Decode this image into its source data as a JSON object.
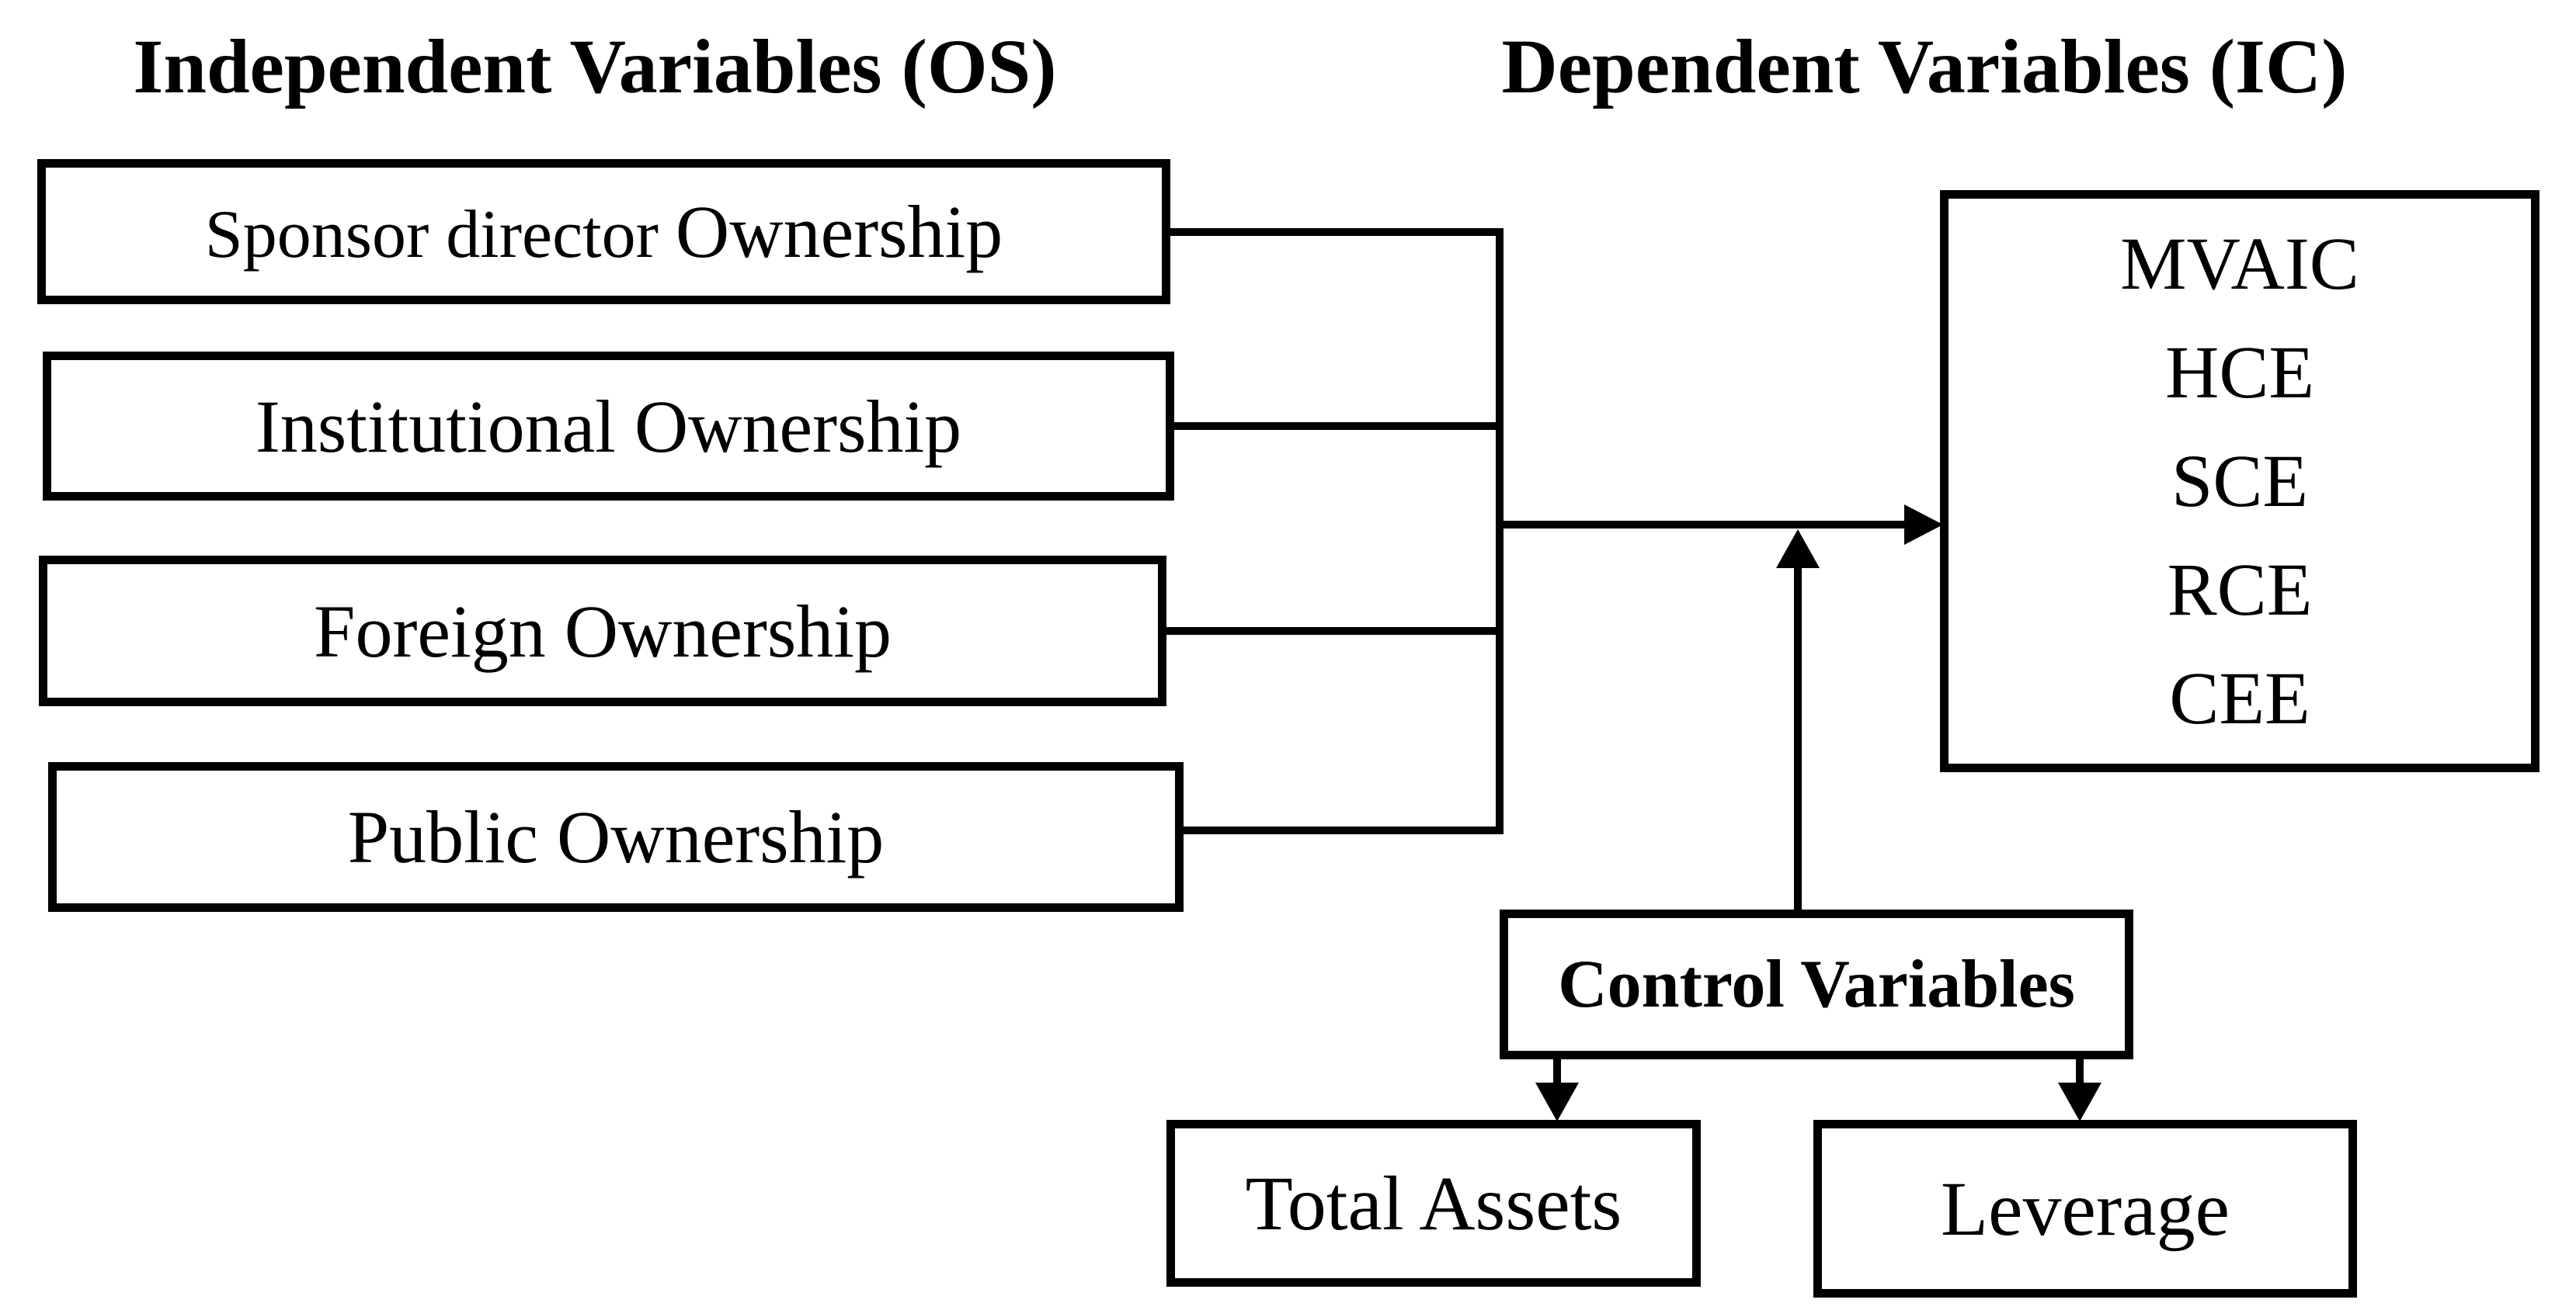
{
  "headings": {
    "independent": "Independent Variables (OS)",
    "dependent": "Dependent Variables (IC)"
  },
  "independent_boxes": {
    "sponsor": {
      "prefix": "Sponsor director",
      "emphasis": "Ownership"
    },
    "institutional": {
      "label": "Institutional Ownership"
    },
    "foreign": {
      "label": "Foreign Ownership"
    },
    "public": {
      "label": "Public Ownership"
    }
  },
  "dependent_box": {
    "items": [
      "MVAIC",
      "HCE",
      "SCE",
      "RCE",
      "CEE"
    ]
  },
  "control": {
    "label": "Control Variables"
  },
  "control_children": {
    "total_assets": {
      "label": "Total Assets"
    },
    "leverage": {
      "label": "Leverage"
    }
  },
  "colors": {
    "ink": "#000000",
    "background": "#ffffff"
  }
}
